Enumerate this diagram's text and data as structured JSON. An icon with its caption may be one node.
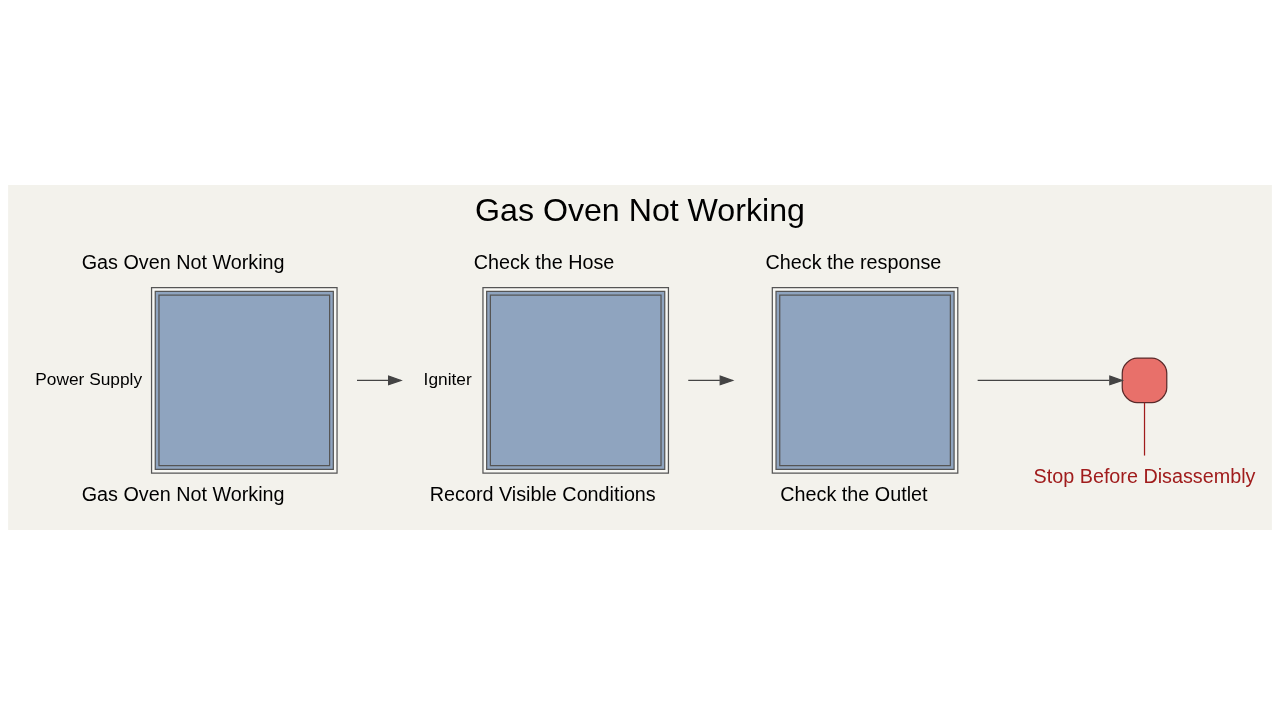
{
  "diagram": {
    "title": "Gas Oven Not Working",
    "nodes": [
      {
        "text": [
          "Gas Oven Not Working",
          "Power Supply",
          "Gas Oven Not Working"
        ]
      },
      {
        "text": [
          "Check the Hose",
          "Igniter",
          "Record Visible Conditions"
        ]
      },
      {
        "text": [
          "Check the response",
          "Check the Outlet"
        ]
      },
      {
        "text": [],
        "shape": "box"
      },
      {
        "text": [
          "Stop Before Disassembly"
        ]
      }
    ],
    "edges": [
      {
        "from": 0,
        "to": 1,
        "arrow": "to"
      },
      {
        "from": 1,
        "to": 2,
        "arrow": "to"
      },
      {
        "from": 2,
        "to": 3,
        "arrow": "to"
      },
      {
        "from": 3,
        "to": 4,
        "arrow": "none",
        "color": "#a01c1c"
      }
    ]
  }
}
